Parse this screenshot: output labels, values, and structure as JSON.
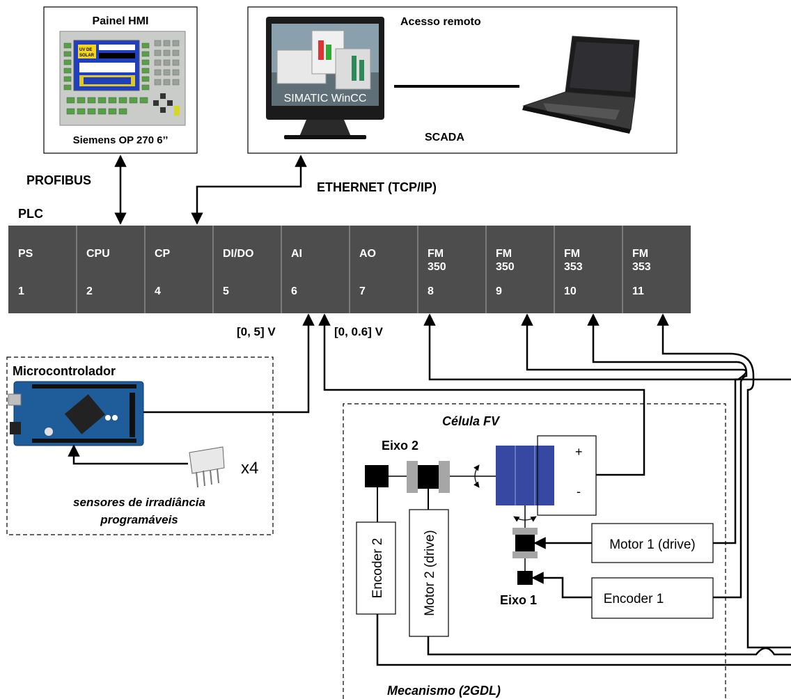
{
  "hmi": {
    "title": "Painel HMI",
    "model": "Siemens OP 270 6’’",
    "screen_text": [
      "UV DE",
      "SOLAR"
    ]
  },
  "scada": {
    "title": "Acesso  remoto",
    "software": "SIMATIC WinCC",
    "label": "SCADA"
  },
  "buses": {
    "profibus": "PROFIBUS",
    "ethernet": "ETHERNET (TCP/IP)"
  },
  "plc": {
    "label": "PLC",
    "slots": [
      {
        "name": "PS",
        "num": "1"
      },
      {
        "name": "CPU",
        "num": "2"
      },
      {
        "name": "CP",
        "num": "4"
      },
      {
        "name": "DI/DO",
        "num": "5"
      },
      {
        "name": "AI",
        "num": "6"
      },
      {
        "name": "AO",
        "num": "7"
      },
      {
        "name": "FM 350",
        "num": "8"
      },
      {
        "name": "FM 350",
        "num": "9"
      },
      {
        "name": "FM 353",
        "num": "10"
      },
      {
        "name": "FM 353",
        "num": "11"
      }
    ]
  },
  "ranges": {
    "ai": "[0, 5] V",
    "ao": "[0, 0.6] V"
  },
  "micro": {
    "title": "Microcontrolador",
    "count": "x4",
    "sensors_line1": "sensores de irradiância",
    "sensors_line2": "programáveis"
  },
  "mechanism": {
    "cell_title": "Célula FV",
    "axis2": "Eixo 2",
    "axis1": "Eixo 1",
    "plus": "+",
    "minus": "-",
    "encoder2": "Encoder 2",
    "motor2": "Motor 2 (drive)",
    "motor1": "Motor 1 (drive)",
    "encoder1": "Encoder 1",
    "title": "Mecanismo (2GDL)"
  },
  "colors": {
    "plc_bg": "#4d4d4d",
    "slot_divider": "#8c8c8c",
    "connector_gray": "#a6a6a6"
  }
}
